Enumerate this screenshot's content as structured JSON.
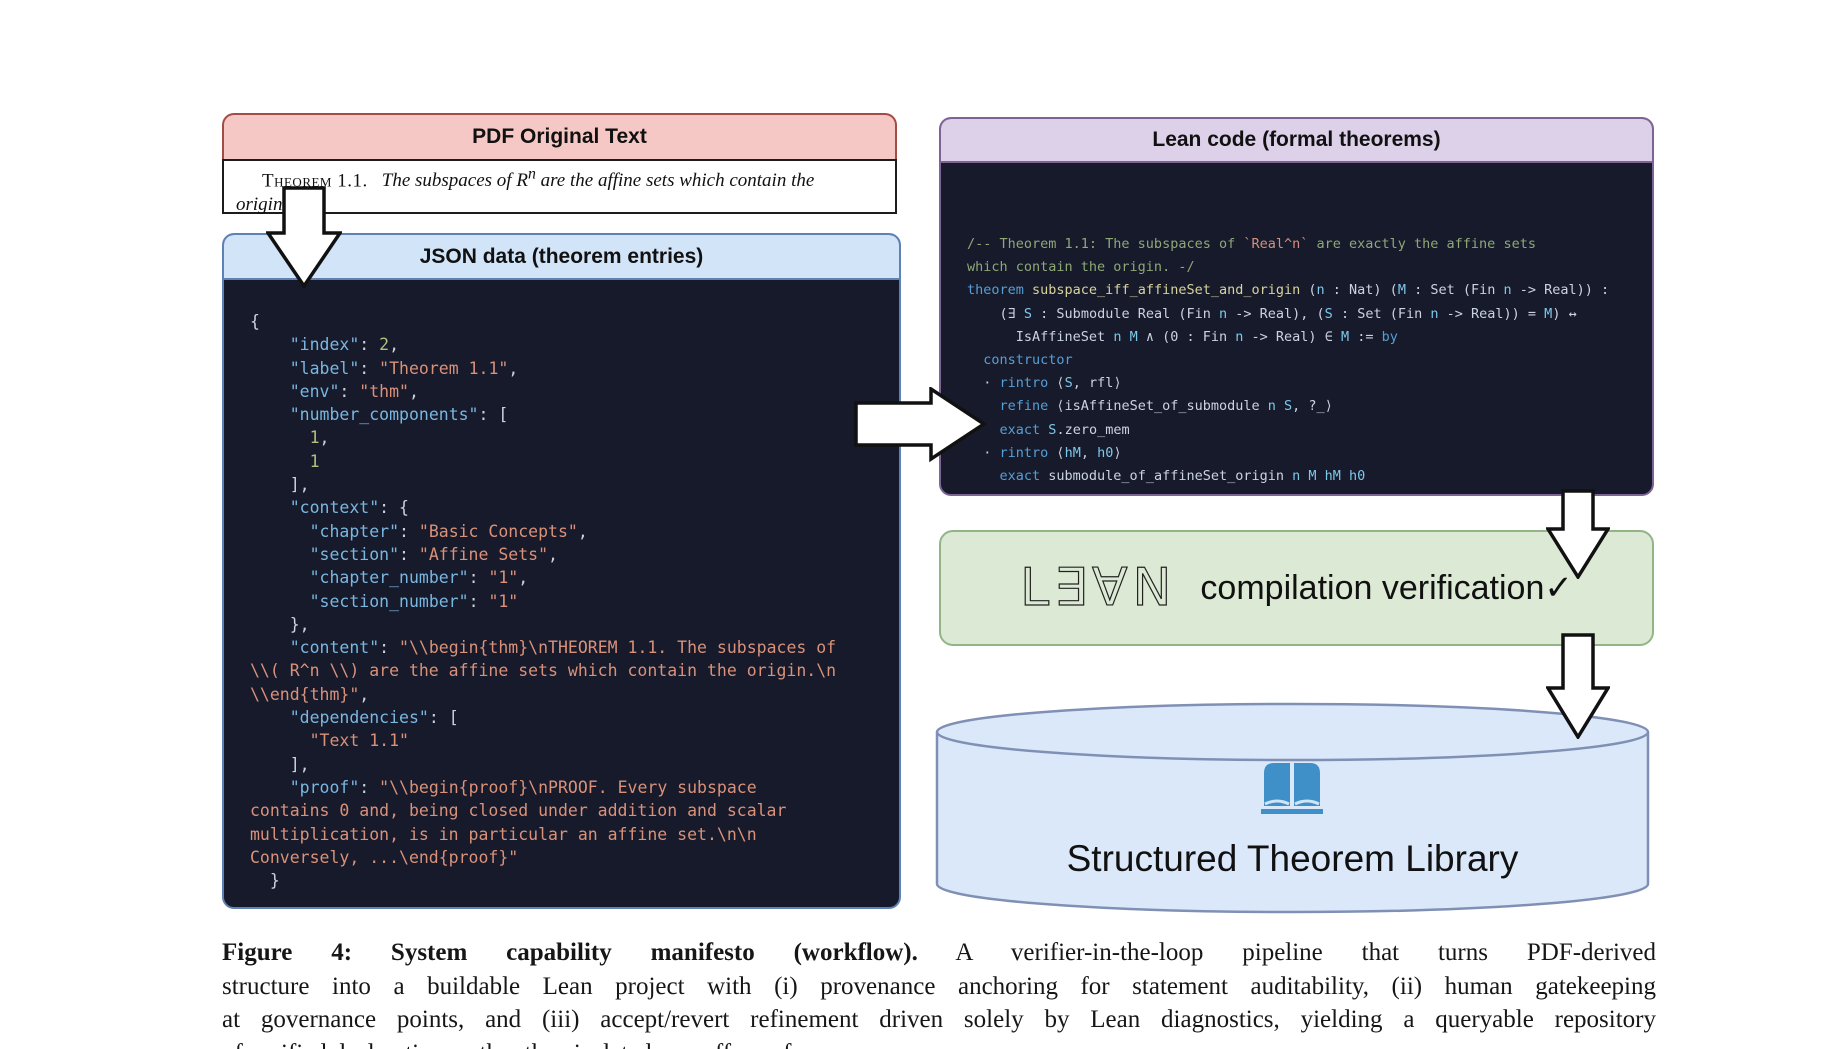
{
  "pdf_box": {
    "title": "PDF Original Text",
    "theorem_label": "Theorem 1.1.",
    "t_a": "The subspaces of R",
    "t_sup": "n",
    "t_b": " are the affine sets which contain the",
    "t_line2": "origin."
  },
  "json_box": {
    "title": "JSON data (theorem entries)",
    "lines": [
      [
        [
          "p",
          "{"
        ]
      ],
      [
        [
          "p",
          "    "
        ],
        [
          "k",
          "\"index\""
        ],
        [
          "p",
          ": "
        ],
        [
          "n",
          "2"
        ],
        [
          "p",
          ","
        ]
      ],
      [
        [
          "p",
          "    "
        ],
        [
          "k",
          "\"label\""
        ],
        [
          "p",
          ": "
        ],
        [
          "s",
          "\"Theorem 1.1\""
        ],
        [
          "p",
          ","
        ]
      ],
      [
        [
          "p",
          "    "
        ],
        [
          "k",
          "\"env\""
        ],
        [
          "p",
          ": "
        ],
        [
          "s",
          "\"thm\""
        ],
        [
          "p",
          ","
        ]
      ],
      [
        [
          "p",
          "    "
        ],
        [
          "k",
          "\"number_components\""
        ],
        [
          "p",
          ": ["
        ]
      ],
      [
        [
          "p",
          "      "
        ],
        [
          "n",
          "1"
        ],
        [
          "p",
          ","
        ]
      ],
      [
        [
          "p",
          "      "
        ],
        [
          "n",
          "1"
        ]
      ],
      [
        [
          "p",
          "    ],"
        ]
      ],
      [
        [
          "p",
          "    "
        ],
        [
          "k",
          "\"context\""
        ],
        [
          "p",
          ": {"
        ]
      ],
      [
        [
          "p",
          "      "
        ],
        [
          "k",
          "\"chapter\""
        ],
        [
          "p",
          ": "
        ],
        [
          "s",
          "\"Basic Concepts\""
        ],
        [
          "p",
          ","
        ]
      ],
      [
        [
          "p",
          "      "
        ],
        [
          "k",
          "\"section\""
        ],
        [
          "p",
          ": "
        ],
        [
          "s",
          "\"Affine Sets\""
        ],
        [
          "p",
          ","
        ]
      ],
      [
        [
          "p",
          "      "
        ],
        [
          "k",
          "\"chapter_number\""
        ],
        [
          "p",
          ": "
        ],
        [
          "s",
          "\"1\""
        ],
        [
          "p",
          ","
        ]
      ],
      [
        [
          "p",
          "      "
        ],
        [
          "k",
          "\"section_number\""
        ],
        [
          "p",
          ": "
        ],
        [
          "s",
          "\"1\""
        ]
      ],
      [
        [
          "p",
          "    },"
        ]
      ],
      [
        [
          "p",
          "    "
        ],
        [
          "k",
          "\"content\""
        ],
        [
          "p",
          ": "
        ],
        [
          "s",
          "\"\\\\begin{thm}\\nTHEOREM 1.1. The subspaces of"
        ]
      ],
      [
        [
          "s",
          "\\\\( R^n \\\\) are the affine sets which contain the origin.\\n"
        ]
      ],
      [
        [
          "s",
          "\\\\end{thm}\""
        ],
        [
          "p",
          ","
        ]
      ],
      [
        [
          "p",
          "    "
        ],
        [
          "k",
          "\"dependencies\""
        ],
        [
          "p",
          ": ["
        ]
      ],
      [
        [
          "p",
          "      "
        ],
        [
          "s",
          "\"Text 1.1\""
        ]
      ],
      [
        [
          "p",
          "    ],"
        ]
      ],
      [
        [
          "p",
          "    "
        ],
        [
          "k",
          "\"proof\""
        ],
        [
          "p",
          ": "
        ],
        [
          "s",
          "\"\\\\begin{proof}\\nPROOF. Every subspace"
        ]
      ],
      [
        [
          "s",
          "contains 0 and, being closed under addition and scalar"
        ]
      ],
      [
        [
          "s",
          "multiplication, is in particular an affine set.\\n\\n"
        ]
      ],
      [
        [
          "s",
          "Conversely, ...\\end{proof}\""
        ]
      ],
      [
        [
          "p",
          "  }"
        ]
      ]
    ]
  },
  "lean_box": {
    "title": "Lean code (formal theorems)",
    "lines": [
      [
        [
          "cm",
          "/-- Theorem 1.1: The subspaces of "
        ],
        [
          "cr",
          "`Real^n`"
        ],
        [
          "cm",
          " are exactly the affine sets"
        ]
      ],
      [
        [
          "cm",
          "which contain the origin. -/"
        ]
      ],
      [
        [
          "kw",
          "theorem"
        ],
        [
          "fn",
          " subspace_iff_affineSet_and_origin"
        ],
        [
          "pl",
          " ("
        ],
        [
          "v",
          "n"
        ],
        [
          "pl",
          " : Nat) ("
        ],
        [
          "v",
          "M"
        ],
        [
          "pl",
          " : Set (Fin "
        ],
        [
          "v",
          "n"
        ],
        [
          "pl",
          " -> Real)) :"
        ]
      ],
      [
        [
          "pl",
          "    (∃ "
        ],
        [
          "v",
          "S"
        ],
        [
          "pl",
          " : Submodule Real (Fin "
        ],
        [
          "v",
          "n"
        ],
        [
          "pl",
          " -> Real), ("
        ],
        [
          "v",
          "S"
        ],
        [
          "pl",
          " : Set (Fin "
        ],
        [
          "v",
          "n"
        ],
        [
          "pl",
          " -> Real)) = "
        ],
        [
          "v",
          "M"
        ],
        [
          "pl",
          ") ↔"
        ]
      ],
      [
        [
          "pl",
          "      IsAffineSet "
        ],
        [
          "v",
          "n M"
        ],
        [
          "pl",
          " ∧ (0 : Fin "
        ],
        [
          "v",
          "n"
        ],
        [
          "pl",
          " -> Real) ∈ "
        ],
        [
          "v",
          "M"
        ],
        [
          "pl",
          " := "
        ],
        [
          "kw",
          "by"
        ]
      ],
      [
        [
          "kw",
          "  constructor"
        ]
      ],
      [
        [
          "pl",
          "  · "
        ],
        [
          "kw",
          "rintro"
        ],
        [
          "pl",
          " ⟨"
        ],
        [
          "v",
          "S"
        ],
        [
          "pl",
          ", rfl⟩"
        ]
      ],
      [
        [
          "pl",
          "    "
        ],
        [
          "kw",
          "refine"
        ],
        [
          "pl",
          " ⟨isAffineSet_of_submodule "
        ],
        [
          "v",
          "n S"
        ],
        [
          "pl",
          ", ?_⟩"
        ]
      ],
      [
        [
          "pl",
          "    "
        ],
        [
          "kw",
          "exact"
        ],
        [
          "pl",
          " "
        ],
        [
          "v",
          "S"
        ],
        [
          "pl",
          ".zero_mem"
        ]
      ],
      [
        [
          "pl",
          "  · "
        ],
        [
          "kw",
          "rintro"
        ],
        [
          "pl",
          " ⟨"
        ],
        [
          "v",
          "hM"
        ],
        [
          "pl",
          ", "
        ],
        [
          "v",
          "h0"
        ],
        [
          "pl",
          "⟩"
        ]
      ],
      [
        [
          "pl",
          "    "
        ],
        [
          "kw",
          "exact"
        ],
        [
          "pl",
          " submodule_of_affineSet_origin "
        ],
        [
          "v",
          "n M hM h0"
        ]
      ]
    ]
  },
  "verification_box": {
    "logo": "L∃∀N",
    "label": "compilation verification✓"
  },
  "library_box": {
    "label": "Structured Theorem Library"
  },
  "caption": {
    "line1_bold": "Figure 4: System capability manifesto (workflow).",
    "line1_rest": " A verifier-in-the-loop pipeline that turns PDF-derived",
    "line2": "structure into a buildable Lean project with (i) provenance anchoring for statement auditability, (ii) human gatekeeping",
    "line3": "at governance points, and (iii) accept/revert refinement driven solely by Lean diagnostics, yielding a queryable repository",
    "line4": "of verified declarations rather than isolated one-off proofs."
  },
  "colors": {
    "pdf_header_bg": "#f6c8c5",
    "pdf_header_border": "#a34b45",
    "json_header_bg": "#d2e4f8",
    "json_border": "#5f82b5",
    "lean_header_bg": "#ddd0e9",
    "lean_border": "#7e6495",
    "code_bg": "#161a2b",
    "green_bg": "#dcead5",
    "green_border": "#93b487",
    "cylinder_fill": "#dbe8fa",
    "cylinder_stroke": "#8090b5",
    "book_blue": "#3f8fc9"
  }
}
